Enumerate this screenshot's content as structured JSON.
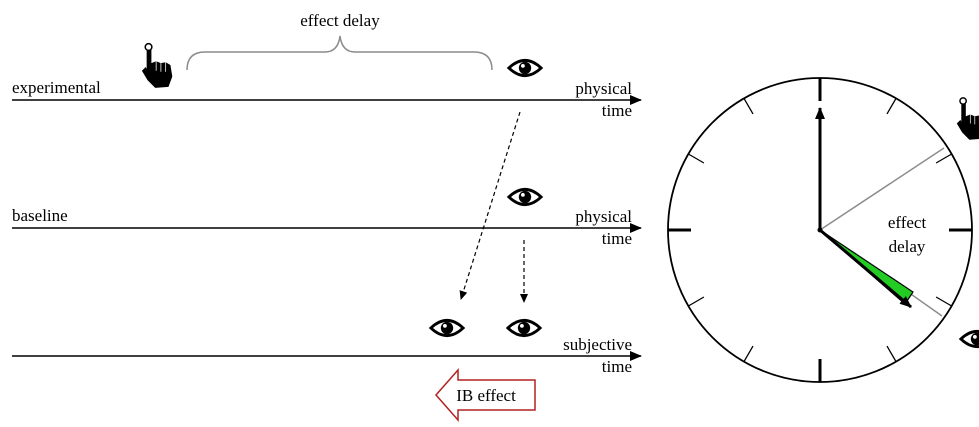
{
  "labels": {
    "effect_delay_top": "effect delay",
    "experimental": "experimental",
    "baseline": "baseline",
    "physical_1": "physical",
    "time_1": "time",
    "physical_2": "physical",
    "time_2": "time",
    "subjective": "subjective",
    "time_3": "time",
    "ib_effect": "IB effect",
    "clock_effect": "effect",
    "clock_delay": "delay"
  },
  "icons": {
    "hand": "pointing-hand-icon",
    "eye": "eye-icon"
  },
  "colors": {
    "ink": "#000000",
    "brace": "#8c8c8c",
    "ib_arrow": "#b22222",
    "green_wedge": "#22cc22",
    "clock_hand_gray": "#8c8c8c"
  }
}
